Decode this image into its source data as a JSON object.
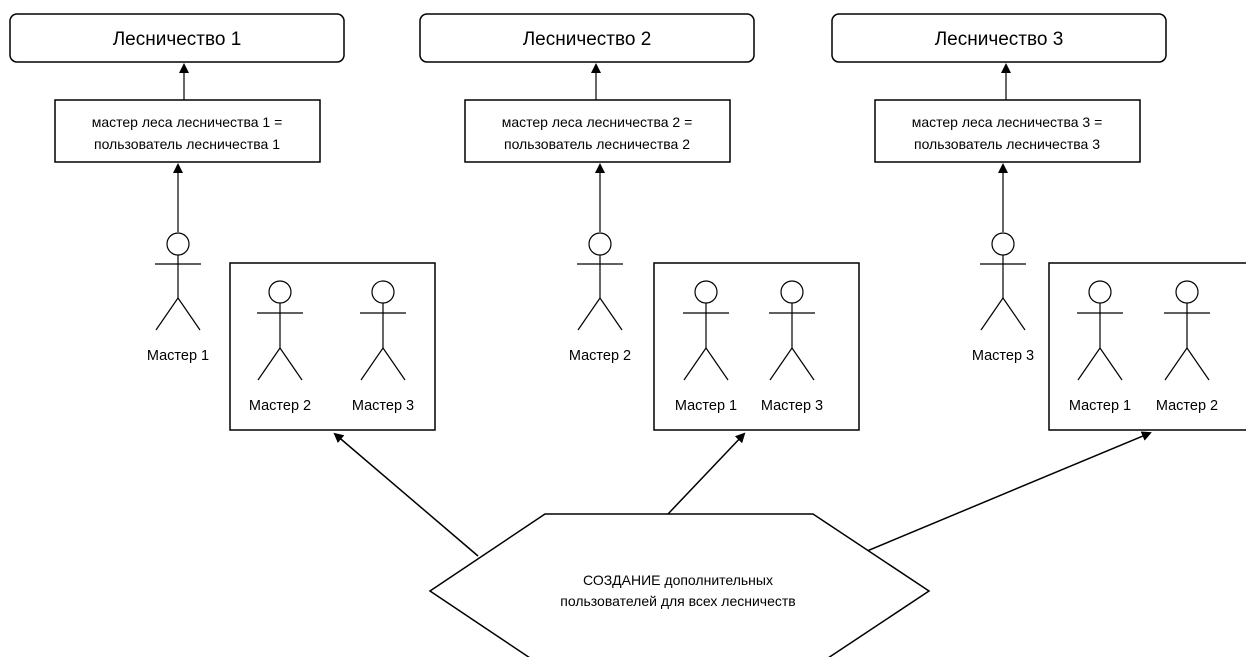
{
  "forestries": [
    {
      "title": "Лесничество 1",
      "note_line1": "мастер леса лесничества 1 =",
      "note_line2": "пользователь лесничества 1",
      "master": "Мастер 1",
      "group": [
        "Мастер 2",
        "Мастер 3"
      ]
    },
    {
      "title": "Лесничество 2",
      "note_line1": "мастер леса лесничества 2 =",
      "note_line2": "пользователь лесничества 2",
      "master": "Мастер 2",
      "group": [
        "Мастер 1",
        "Мастер 3"
      ]
    },
    {
      "title": "Лесничество 3",
      "note_line1": "мастер леса лесничества 3 =",
      "note_line2": "пользователь лесничества 3",
      "master": "Мастер 3",
      "group": [
        "Мастер 1",
        "Мастер 2"
      ]
    }
  ],
  "creation": {
    "line1": "СОЗДАНИЕ дополнительных",
    "line2": "пользователей для всех лесничеств"
  },
  "colors": {
    "stroke": "#000000",
    "fill": "#ffffff"
  }
}
